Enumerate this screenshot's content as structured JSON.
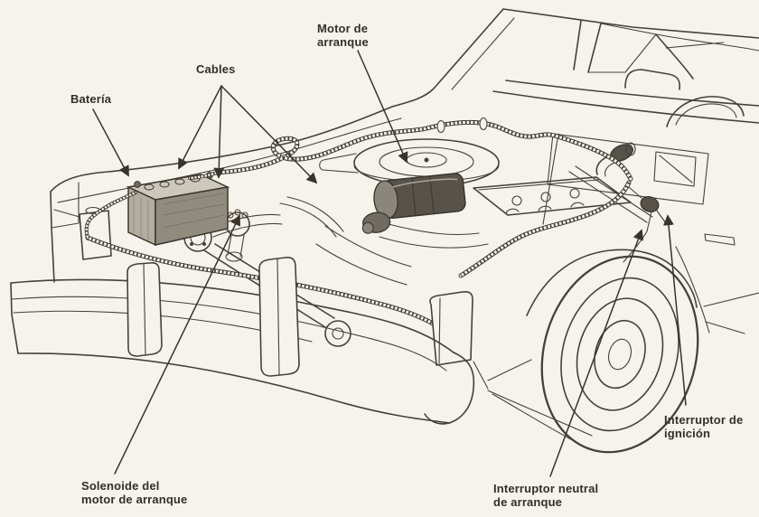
{
  "figure": {
    "background": "#f6f3ec",
    "ink": "#46413a",
    "labels": {
      "bateria": {
        "text": "Batería"
      },
      "cables": {
        "text": "Cables"
      },
      "motor_arranque": {
        "line1": "Motor de",
        "line2": "arranque"
      },
      "solenoide": {
        "line1": "Solenoide del",
        "line2": "motor de arranque"
      },
      "interruptor_neutral": {
        "line1": "Interruptor neutral",
        "line2": "de arranque"
      },
      "interruptor_ignicion": {
        "line1": "Interruptor de",
        "line2": "ignición"
      }
    }
  }
}
